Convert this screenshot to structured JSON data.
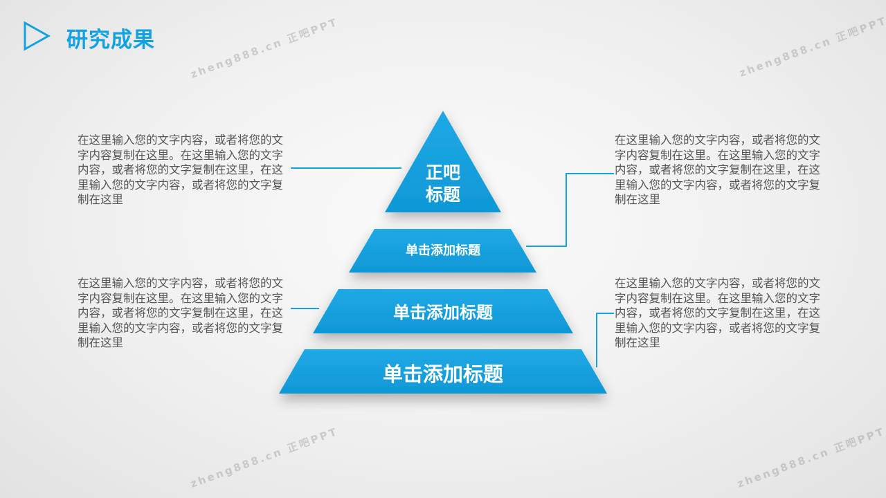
{
  "title": "研究成果",
  "watermarks": [
    "zheng888.cn 正吧PPT",
    "zheng888.cn 正吧PPT",
    "zheng888.cn 正吧PPT",
    "zheng888.cn 正吧PPT"
  ],
  "pyramid": {
    "top_line1": "正吧",
    "top_line2": "标题",
    "tier2": "单击添加标题",
    "tier3": "单击添加标题",
    "tier4": "单击添加标题"
  },
  "descriptions": {
    "left_top": "在这里输入您的文字内容，或者将您的文字内容复制在这里。在这里输入您的文字内容，或者将您的文字复制在这里，在这里输入您的文字内容，或者将您的文字复制在这里",
    "left_bottom": "在这里输入您的文字内容，或者将您的文字内容复制在这里。在这里输入您的文字内容，或者将您的文字复制在这里，在这里输入您的文字内容，或者将您的文字复制在这里",
    "right_top": "在这里输入您的文字内容，或者将您的文字内容复制在这里。在这里输入您的文字内容，或者将您的文字复制在这里，在这里输入您的文字内容，或者将您的文字复制在这里",
    "right_bottom": "在这里输入您的文字内容，或者将您的文字内容复制在这里。在这里输入您的文字内容，或者将您的文字复制在这里，在这里输入您的文字内容，或者将您的文字复制在这里"
  },
  "colors": {
    "accent": "#12a2e4",
    "tier_fill": "#1ba3e0",
    "text": "#555555"
  }
}
